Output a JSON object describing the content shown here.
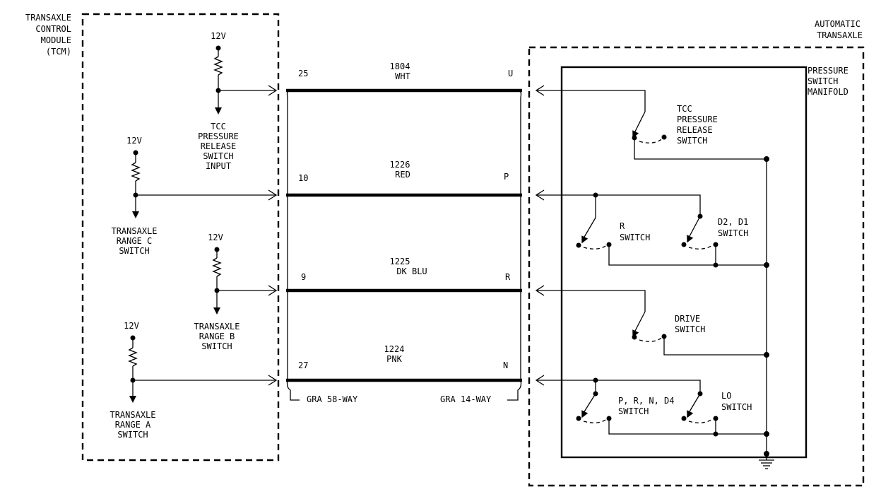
{
  "tcm": {
    "title": [
      "TRANSAXLE",
      "CONTROL",
      "MODULE",
      "(TCM)"
    ],
    "supply_label": "12V",
    "inputs": [
      {
        "id": "tcc",
        "label": [
          "TCC",
          "PRESSURE",
          "RELEASE",
          "SWITCH",
          "INPUT"
        ]
      },
      {
        "id": "c",
        "label": [
          "TRANSAXLE",
          "RANGE C",
          "SWITCH"
        ]
      },
      {
        "id": "b",
        "label": [
          "TRANSAXLE",
          "RANGE B",
          "SWITCH"
        ]
      },
      {
        "id": "a",
        "label": [
          "TRANSAXLE",
          "RANGE A",
          "SWITCH"
        ]
      }
    ]
  },
  "wires": [
    {
      "circuit": "1804",
      "color": "WHT",
      "tcm_pin": "25",
      "trans_pin": "U"
    },
    {
      "circuit": "1226",
      "color": "RED",
      "tcm_pin": "10",
      "trans_pin": "P"
    },
    {
      "circuit": "1225",
      "color": "DK BLU",
      "tcm_pin": "9",
      "trans_pin": "R"
    },
    {
      "circuit": "1224",
      "color": "PNK",
      "tcm_pin": "27",
      "trans_pin": "N"
    }
  ],
  "connectors": {
    "tcm": "GRA 58-WAY",
    "transaxle": "GRA 14-WAY"
  },
  "transaxle": {
    "title": [
      "AUTOMATIC",
      "TRANSAXLE"
    ],
    "manifold_label": [
      "PRESSURE",
      "SWITCH",
      "MANIFOLD"
    ],
    "switches": [
      {
        "id": "tcc",
        "label": [
          "TCC",
          "PRESSURE",
          "RELEASE",
          "SWITCH"
        ]
      },
      {
        "id": "r",
        "label": [
          "R",
          "SWITCH"
        ]
      },
      {
        "id": "d2d1",
        "label": [
          "D2, D1",
          "SWITCH"
        ]
      },
      {
        "id": "drive",
        "label": [
          "DRIVE",
          "SWITCH"
        ]
      },
      {
        "id": "prnd4",
        "label": [
          "P, R, N, D4",
          "SWITCH"
        ]
      },
      {
        "id": "lo",
        "label": [
          "LO",
          "SWITCH"
        ]
      }
    ]
  }
}
